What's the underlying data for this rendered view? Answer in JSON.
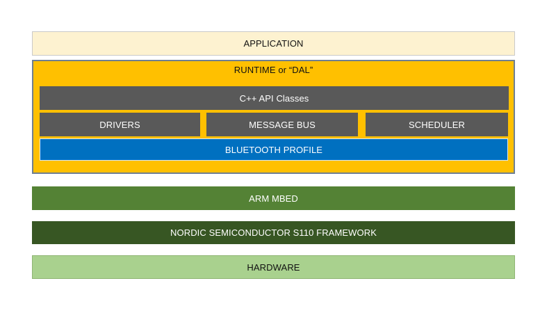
{
  "layers": {
    "application": "APPLICATION",
    "runtime": {
      "title": "RUNTIME or “DAL”",
      "api_classes": "C++ API Classes",
      "drivers": "DRIVERS",
      "message_bus": "MESSAGE BUS",
      "scheduler": "SCHEDULER",
      "bluetooth_profile": "BLUETOOTH PROFILE"
    },
    "arm_mbed": "ARM MBED",
    "nordic": "NORDIC SEMICONDUCTOR S110 FRAMEWORK",
    "hardware": "HARDWARE"
  },
  "colors": {
    "application": "#fdf2d0",
    "runtime": "#ffc000",
    "runtime_border": "#6f7f91",
    "runtime_blocks": "#595959",
    "bluetooth": "#0070c0",
    "arm_mbed": "#548235",
    "nordic": "#375623",
    "hardware": "#a9d18e"
  }
}
